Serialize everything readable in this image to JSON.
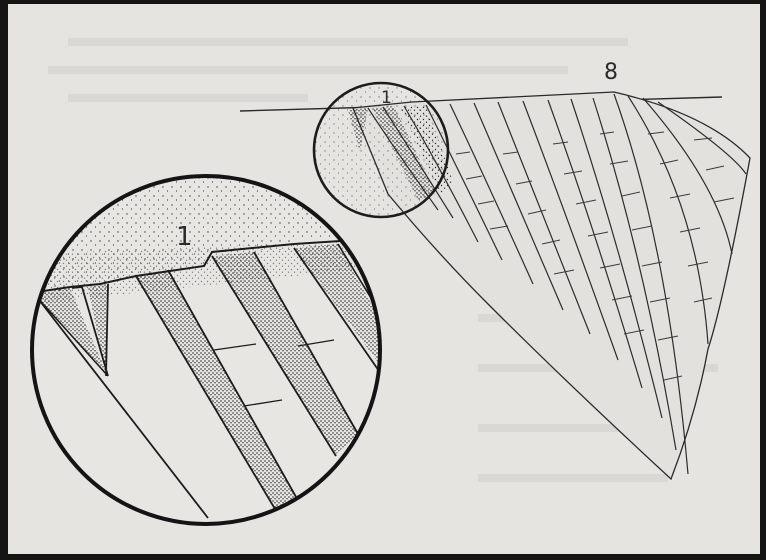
{
  "figure": {
    "labels": {
      "ray_last": "8",
      "ray_first": "1",
      "ray_first_magnified": "1"
    }
  }
}
